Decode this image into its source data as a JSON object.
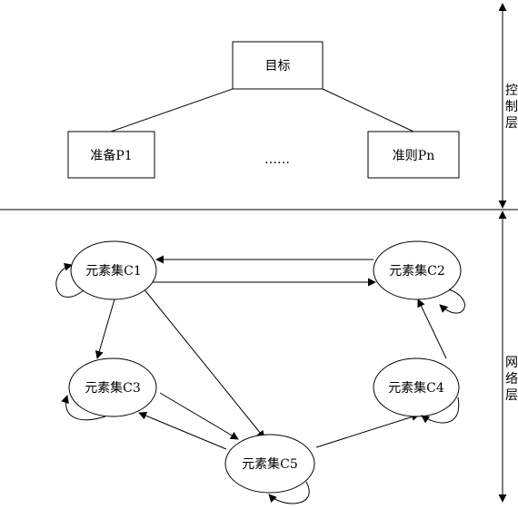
{
  "control_layer": {
    "goal": "目标",
    "criterion_first": "准备P1",
    "ellipsis": "……",
    "criterion_last": "准则Pn",
    "side_label": [
      "控",
      "制",
      "层"
    ]
  },
  "network_layer": {
    "clusters": {
      "c1": "元素集C1",
      "c2": "元素集C2",
      "c3": "元素集C3",
      "c4": "元素集C4",
      "c5": "元素集C5"
    },
    "side_label": [
      "网",
      "络",
      "层"
    ]
  },
  "colors": {
    "stroke": "#000000",
    "background": "#ffffff"
  }
}
